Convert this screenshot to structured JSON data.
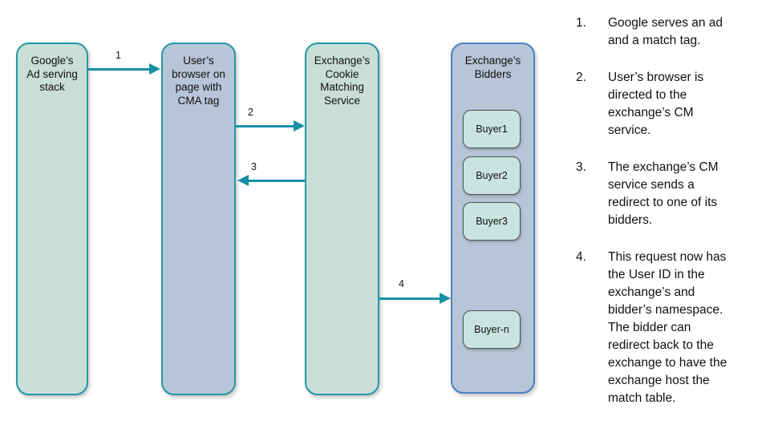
{
  "colors": {
    "teal-border": "#2496A9",
    "teal-arrow": "#1791A6",
    "mint-fill": "#C8DED6",
    "bluegray-fill": "#B6C5D7",
    "blue-border": "#4D80C4",
    "buyer-fill": "#C9E4DE",
    "buyer-border": "#4F4F4F",
    "text-color": "#111111"
  },
  "diagram": {
    "nodes": {
      "google": {
        "label": "Google’s\nAd serving\nstack"
      },
      "browser": {
        "label": "User’s\nbrowser on\npage with\nCMA tag"
      },
      "cm_service": {
        "label": "Exchange’s\nCookie\nMatching\nService"
      },
      "bidders": {
        "label": "Exchange’s\nBidders",
        "buyers": [
          "Buyer1",
          "Buyer2",
          "Buyer3",
          "Buyer-n"
        ]
      }
    },
    "arrows": [
      {
        "label": "1",
        "from": "google",
        "to": "browser",
        "direction": "right"
      },
      {
        "label": "2",
        "from": "browser",
        "to": "cm_service",
        "direction": "right"
      },
      {
        "label": "3",
        "from": "cm_service",
        "to": "browser",
        "direction": "left"
      },
      {
        "label": "4",
        "from": "cm_service",
        "to": "bidders",
        "direction": "right"
      }
    ]
  },
  "steps": [
    {
      "num": "1.",
      "text": "Google serves an ad\nand a match tag."
    },
    {
      "num": "2.",
      "text": "User’s browser is\ndirected to the\nexchange’s CM\nservice."
    },
    {
      "num": "3.",
      "text": "The exchange’s CM\nservice sends a\nredirect to one of its\nbidders."
    },
    {
      "num": "4.",
      "text": "This request now has\nthe User ID in the\nexchange’s and\nbidder’s namespace.\nThe bidder can\nredirect back to the\nexchange to have the\nexchange host the\nmatch table."
    }
  ]
}
